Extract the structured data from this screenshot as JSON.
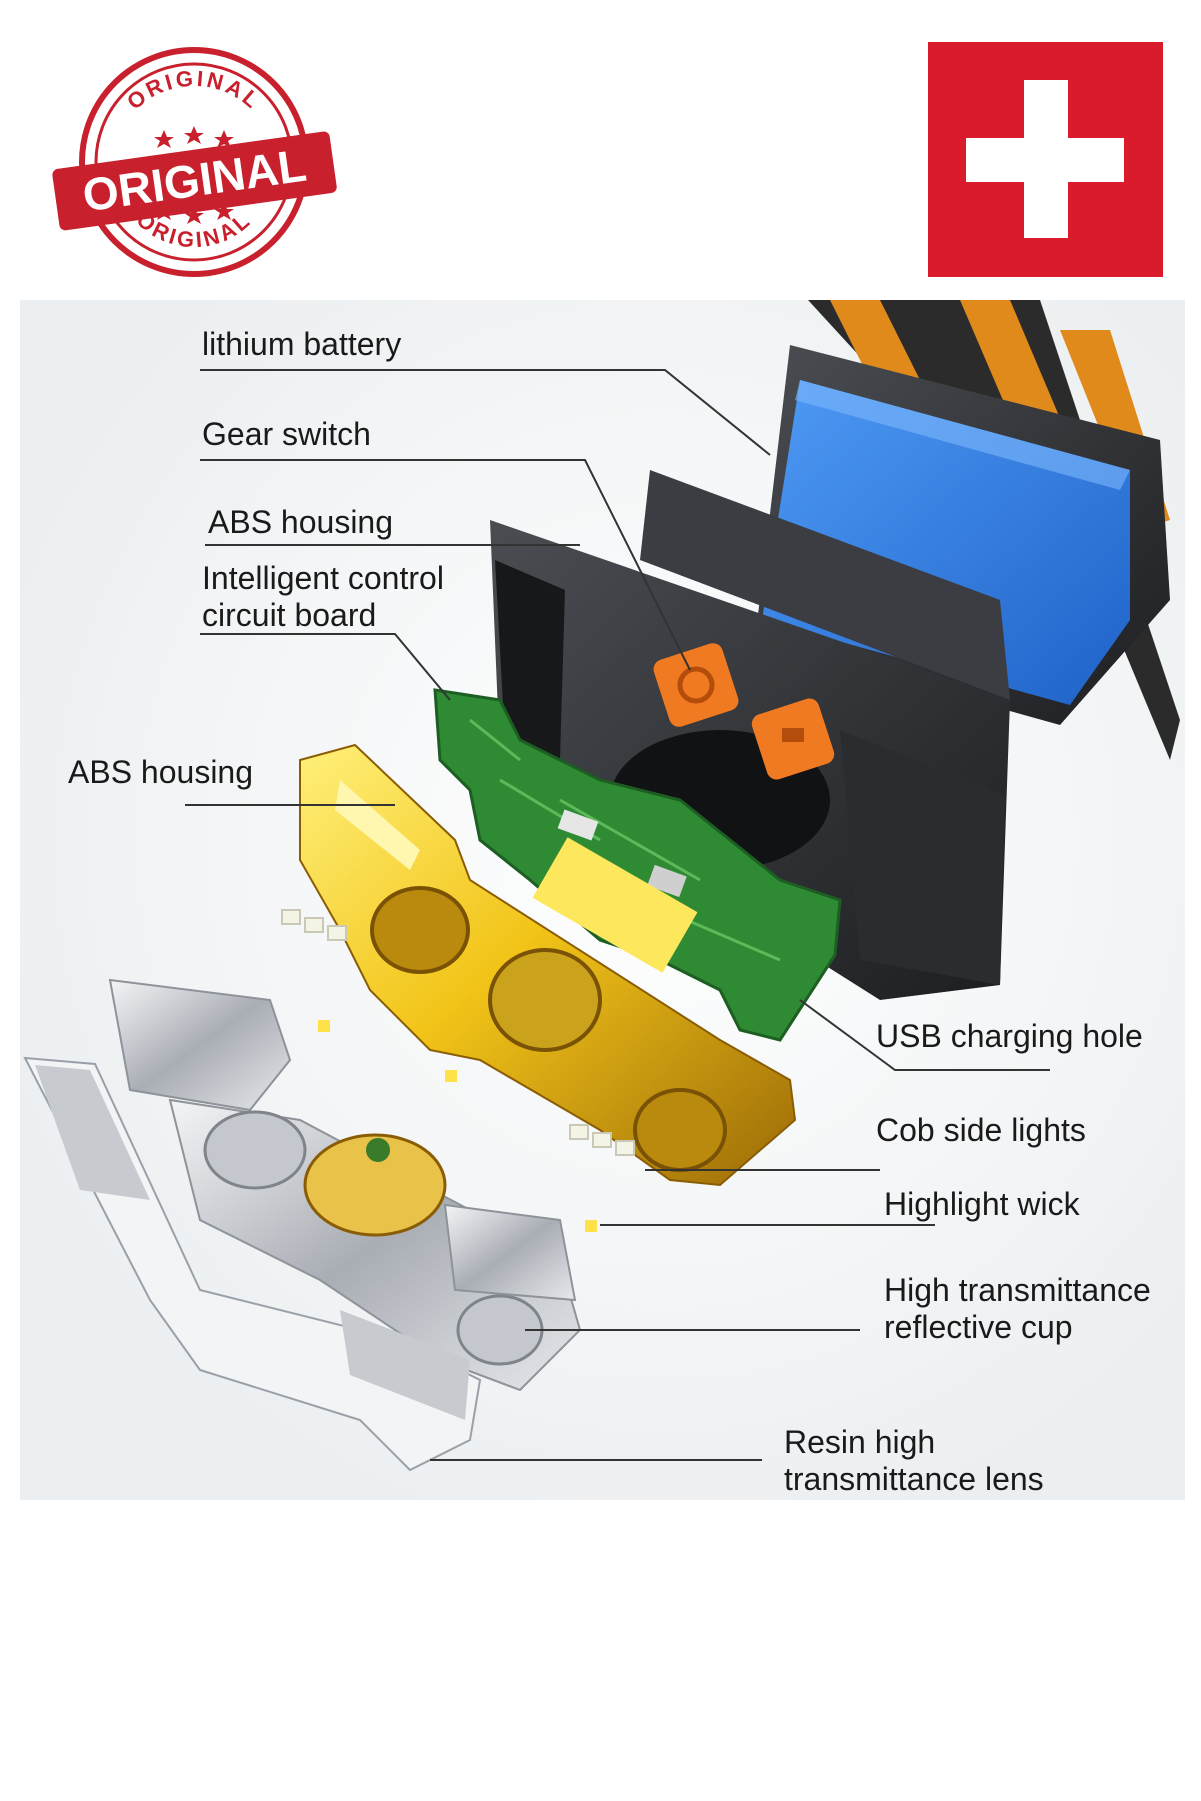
{
  "stamp": {
    "main_text": "ORIGINAL",
    "arc_top_text": "ORIGINAL",
    "arc_bottom_text": "ORIGINAL",
    "color": "#c8202d"
  },
  "flag": {
    "name": "swiss-flag",
    "red": "#da1b2b",
    "cross": "#ffffff"
  },
  "components": [
    {
      "id": "lithium-battery",
      "lines": [
        "lithium battery"
      ]
    },
    {
      "id": "gear-switch",
      "lines": [
        "Gear switch"
      ]
    },
    {
      "id": "abs-housing-top",
      "lines": [
        "ABS housing"
      ]
    },
    {
      "id": "intelligent-control-circuit-board",
      "lines": [
        "Intelligent control",
        "circuit board"
      ]
    },
    {
      "id": "abs-housing-frame",
      "lines": [
        "ABS housing"
      ]
    },
    {
      "id": "usb-charging-hole",
      "lines": [
        "USB charging hole"
      ]
    },
    {
      "id": "cob-side-lights",
      "lines": [
        "Cob side lights"
      ]
    },
    {
      "id": "highlight-wick",
      "lines": [
        "Highlight wick"
      ]
    },
    {
      "id": "high-transmittance-reflective-cup",
      "lines": [
        "High transmittance",
        "reflective cup"
      ]
    },
    {
      "id": "resin-high-transmittance-lens",
      "lines": [
        "Resin high",
        "transmittance lens"
      ]
    }
  ],
  "colors": {
    "battery_blue": "#2d7ee6",
    "housing_dark": "#2b2d31",
    "strap_orange": "#e08a1c",
    "button_orange": "#f07a22",
    "pcb_green": "#2f8a34",
    "frame_gold": "#f2c418",
    "chrome": "#c9ccd1",
    "leader_line": "#333333"
  }
}
